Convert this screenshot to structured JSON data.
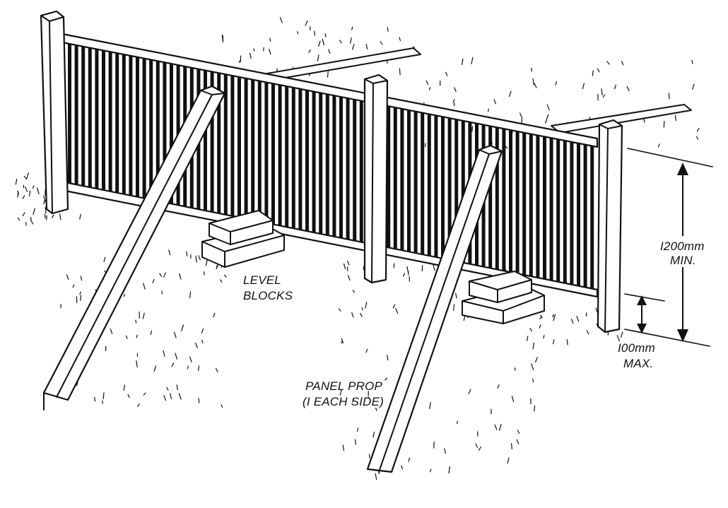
{
  "diagram": {
    "subject": "temporary propping of a vertical-bar fence panel",
    "labels": {
      "level_blocks_line1": "LEVEL",
      "level_blocks_line2": "BLOCKS",
      "panel_prop_line1": "PANEL PROP",
      "panel_prop_line2": "(I EACH SIDE)",
      "height_value": "I200mm",
      "height_suffix": "MIN.",
      "gap_value": "I00mm",
      "gap_suffix": "MAX."
    },
    "colors": {
      "ink": "#111111",
      "background": "#ffffff"
    }
  }
}
